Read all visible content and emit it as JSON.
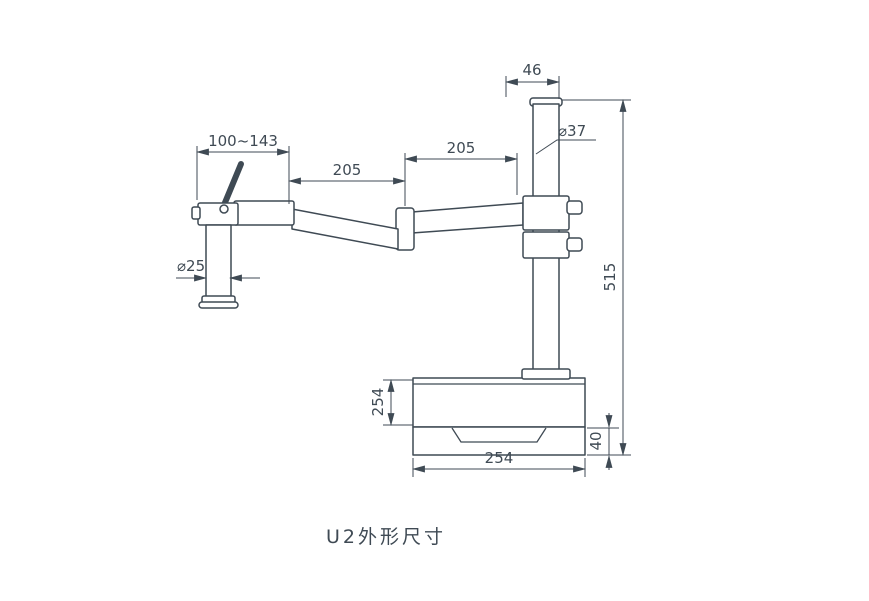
{
  "drawing": {
    "caption": "U2外形尺寸",
    "dims": {
      "top_width": "46",
      "pillar_diameter": "⌀37",
      "head_travel": "100~143",
      "arm_front": "205",
      "arm_rear": "205",
      "holder_diameter": "⌀25",
      "column_height": "515",
      "base_depth": "254",
      "base_thickness": "40",
      "base_width": "254"
    },
    "colors": {
      "line": "#3f4a54",
      "background": "#ffffff"
    }
  }
}
